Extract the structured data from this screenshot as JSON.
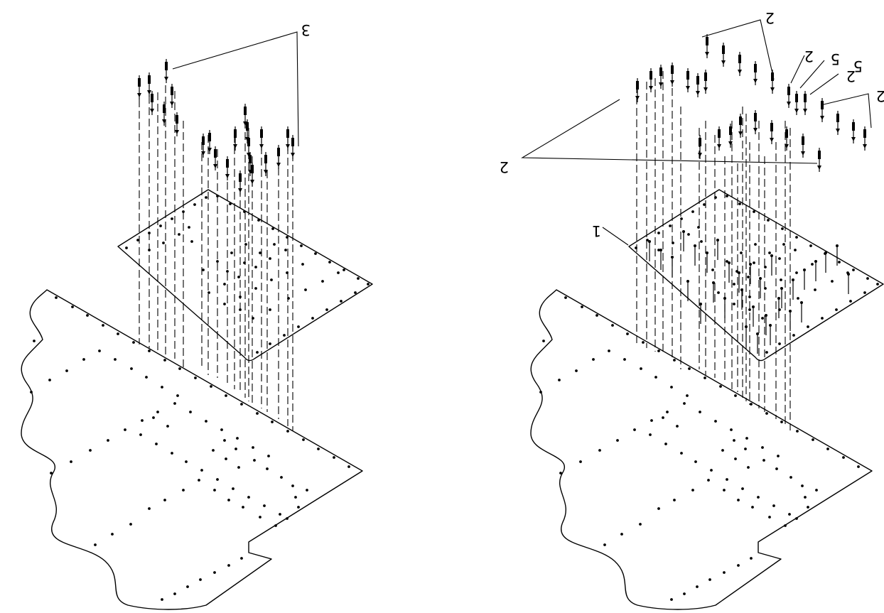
{
  "figure": {
    "left_view": {
      "callouts": [
        "3"
      ]
    },
    "right_view": {
      "callouts": [
        "1",
        "2",
        "2",
        "2",
        "5",
        "2",
        "5",
        "2"
      ]
    }
  },
  "colors": {
    "line": "#000000",
    "background": "#ffffff"
  }
}
